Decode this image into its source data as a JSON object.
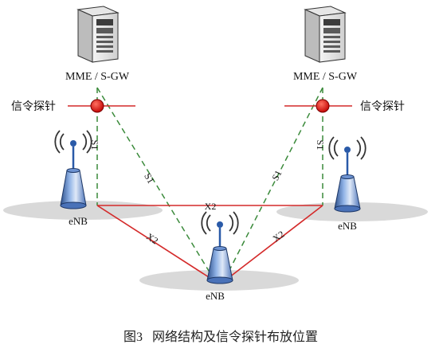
{
  "labels": {
    "server_left": "MME / S-GW",
    "server_right": "MME / S-GW",
    "probe_left": "信令探针",
    "probe_right": "信令探针",
    "enb_left": "eNB",
    "enb_right": "eNB",
    "enb_bottom": "eNB"
  },
  "links": {
    "s1_left_vertical": "S1",
    "s1_left_diag": "S1",
    "s1_right_diag": "S1",
    "s1_right_vertical": "S1",
    "x2_top": "X2",
    "x2_left": "X2",
    "x2_right": "X2"
  },
  "caption": "图3   网络结构及信令探针布放位置",
  "colors": {
    "s1_link": "#3a8a3a",
    "x2_link": "#d42a2a",
    "probe_dot": "#e01010",
    "probe_line": "#d42a2a",
    "ground_shadow": "#d9d9d9",
    "antenna": "#2a5aa8"
  }
}
